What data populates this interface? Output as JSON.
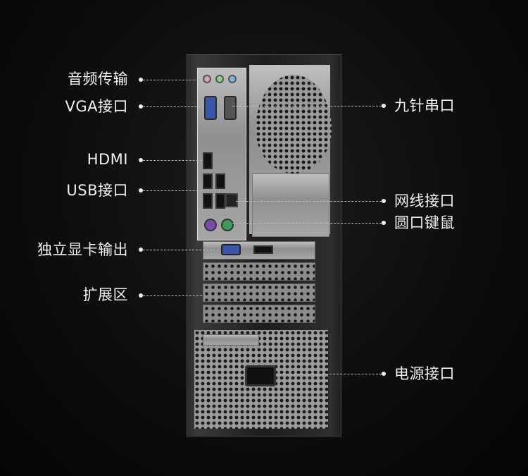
{
  "labels": {
    "left": [
      {
        "id": "audio",
        "text": "音频传输"
      },
      {
        "id": "vga",
        "text": "VGA接口"
      },
      {
        "id": "hdmi",
        "text": "HDMI"
      },
      {
        "id": "usb",
        "text": "USB接口"
      },
      {
        "id": "gpu",
        "text": "独立显卡输出"
      },
      {
        "id": "expansion",
        "text": "扩展区"
      }
    ],
    "right": [
      {
        "id": "serial",
        "text": "九针串口"
      },
      {
        "id": "ethernet",
        "text": "网线接口"
      },
      {
        "id": "ps2",
        "text": "圆口键鼠"
      },
      {
        "id": "power",
        "text": "电源接口"
      }
    ]
  },
  "colors": {
    "background": "#0b0b0b",
    "label_text": "#f2f2f2",
    "leader_line": "#bdbdbd",
    "panel_metal": "#a8a8a8",
    "vga_port": "#3a56a8",
    "ps2_keyboard": "#7d4aa8",
    "ps2_mouse": "#3f9a5a",
    "audio_pink": "#e39ab8",
    "audio_green": "#8fd18c",
    "audio_blue": "#7ab6e0"
  }
}
